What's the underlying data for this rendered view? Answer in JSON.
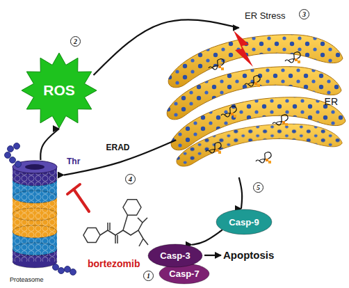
{
  "diagram": {
    "nodes": [
      {
        "text": [
          "Proteasome"
        ]
      },
      {
        "text": [
          "ROS"
        ]
      },
      {
        "text": [
          "ER"
        ]
      },
      {
        "text": [
          "Casp-9"
        ]
      },
      {
        "text": [
          "Casp-3"
        ]
      },
      {
        "text": [
          "Casp-7"
        ]
      }
    ],
    "edges": [
      {
        "from": 0,
        "to": 1,
        "arrow": "to"
      },
      {
        "from": 1,
        "to": 2,
        "arrow": "to"
      },
      {
        "from": 2,
        "to": 0,
        "label": "ERAD",
        "arrow": "to"
      },
      {
        "from": 2,
        "to": 3,
        "arrow": "to"
      },
      {
        "from": 3,
        "to": 4,
        "arrow": "to"
      }
    ],
    "labels": [
      "Thr",
      "ER Stress",
      "bortezomib",
      "Apoptosis",
      "1",
      "2",
      "3",
      "4",
      "5"
    ]
  }
}
